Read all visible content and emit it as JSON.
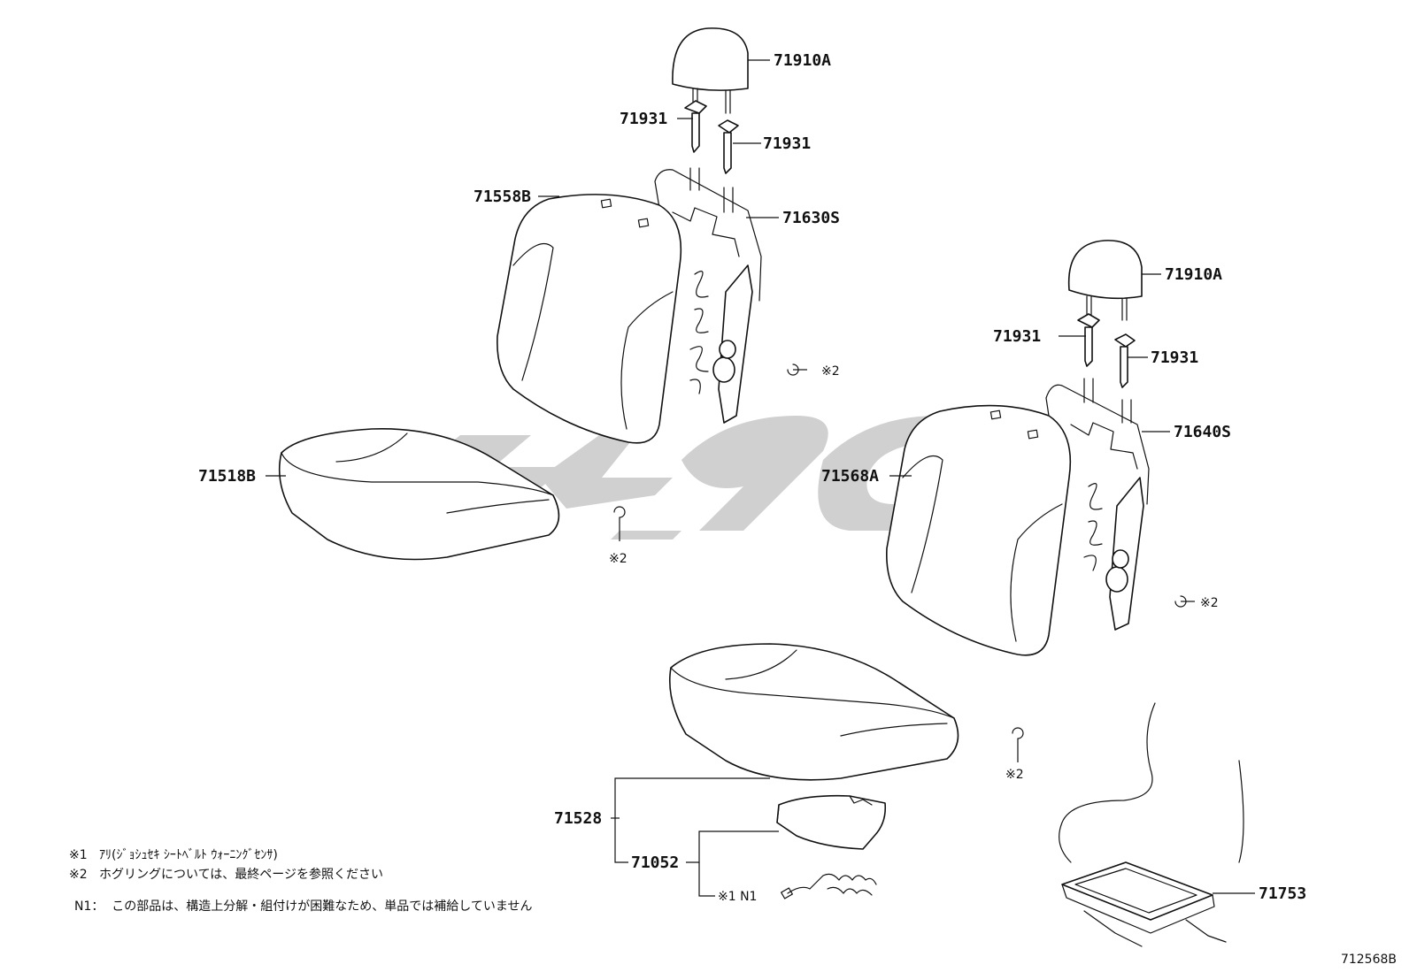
{
  "labels": {
    "headrest_a": "71910A",
    "headrest_b": "71910A",
    "support_a1": "71931",
    "support_a2": "71931",
    "support_b1": "71931",
    "support_b2": "71931",
    "back_cover_a": "71558B",
    "back_frame_a": "71630S",
    "cushion_cover_a": "71518B",
    "back_cover_b": "71568A",
    "back_frame_b": "71640S",
    "cushion_assy_b": "71528",
    "sensor": "71052",
    "tray": "71753"
  },
  "marks": {
    "m2_a": "※2",
    "m2_b": "※2",
    "m2_c": "※2",
    "m2_d": "※2",
    "sensor_mark": "※1 N1"
  },
  "notes": {
    "n1_key": "※1",
    "n1_text": "ｱﾘ(ｼﾞｮｼｭｾｷ ｼｰﾄﾍﾞﾙﾄ ｳｫｰﾆﾝｸﾞｾﾝｻ)",
    "n2_key": "※2",
    "n2_text": "ホグリングについては、最終ページを参照ください",
    "n3_key": "N1：",
    "n3_text": "この部品は、構造上分解・組付けが困難なため、単品では補給していません"
  },
  "reference_code": "712568B",
  "watermark_color": "#c8c8c8"
}
